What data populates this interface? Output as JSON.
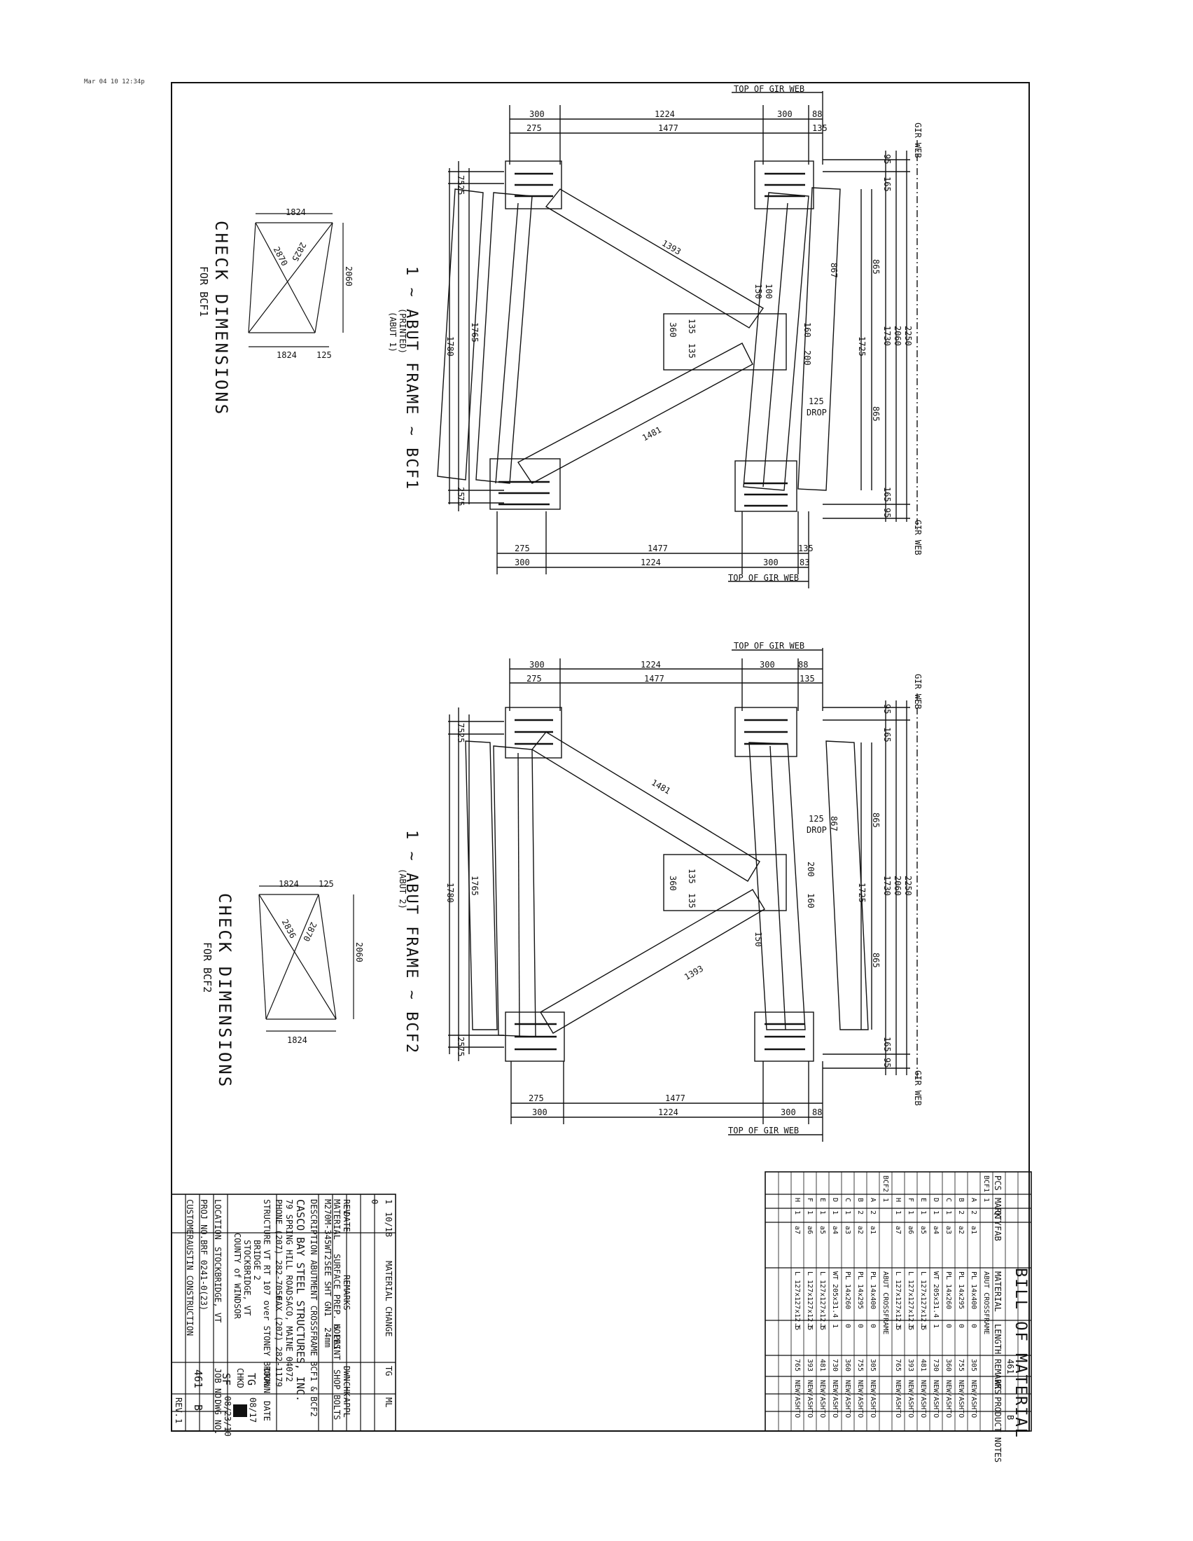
{
  "fax_header": "Mar 04 10 12:34p   ",
  "frames": [
    {
      "title": "1 ~ ABUT FRAME ~ BCF1",
      "subtitle": "(PRINTED)",
      "subtitle2": "(ABUT 1)",
      "check_title": "CHECK DIMENSIONS",
      "check_sub": "FOR BCF1",
      "check": {
        "top": "1824",
        "bottom": "1824",
        "right": "2060",
        "diag1": "2870",
        "diag2": "2825",
        "offset": "125"
      },
      "dims_top": [
        "300",
        "1224",
        "300",
        "88"
      ],
      "dims_top2": [
        "275",
        "1477",
        "135"
      ],
      "dims_bottom": [
        "275",
        "1477",
        "135"
      ],
      "dims_bottom2": [
        "300",
        "1224",
        "300",
        "83"
      ],
      "side": [
        "95",
        "165",
        "865",
        "1730",
        "2060",
        "2250",
        "865",
        "165",
        "95"
      ],
      "left": [
        "75",
        "25",
        "1780",
        "1765",
        "25",
        "75"
      ],
      "members": [
        "1393",
        "1481",
        "867",
        "1725"
      ],
      "gusset": [
        "360",
        "135",
        "135",
        "160",
        "200",
        "150",
        "100",
        "125"
      ],
      "top_label": "TOP OF GIR WEB",
      "bottom_label": "TOP OF GIR WEB",
      "gir": "GIR WEB",
      "drop": "DROP"
    },
    {
      "title": "1 ~ ABUT FRAME ~ BCF2",
      "subtitle": "(ABUT 2)",
      "check_title": "CHECK DIMENSIONS",
      "check_sub": "FOR BCF2",
      "check": {
        "top": "1824",
        "bottom": "1824",
        "right": "2060",
        "diag1": "2836",
        "diag2": "2870",
        "offset": "125"
      },
      "dims_top": [
        "300",
        "1224",
        "300",
        "88"
      ],
      "dims_top2": [
        "275",
        "1477",
        "135"
      ],
      "dims_bottom": [
        "275",
        "1477"
      ],
      "dims_bottom2": [
        "300",
        "1224",
        "300",
        "88"
      ],
      "side": [
        "95",
        "165",
        "865",
        "1730",
        "2060",
        "2250",
        "865",
        "165",
        "95"
      ],
      "left": [
        "75",
        "25",
        "1780",
        "1765",
        "25",
        "75"
      ],
      "members": [
        "1481",
        "1393",
        "867",
        "1725"
      ],
      "gusset": [
        "360",
        "135",
        "135",
        "200",
        "160",
        "150",
        "125"
      ],
      "top_label": "TOP OF GIR WEB",
      "bottom_label": "TOP OF GIR WEB",
      "gir": "GIR WEB",
      "drop": "DROP"
    }
  ],
  "bom": {
    "title": "BILL OF MATERIAL",
    "headers": [
      "PCS",
      "MARK",
      "QTY",
      "FAB",
      "MATERIAL",
      "LENGTH",
      "REMARKS",
      "WT",
      "PRODUCT NOTES"
    ],
    "job": "461",
    "drawing": "B",
    "rows": [
      [
        "BCF1",
        "1",
        "",
        "",
        "ABUT CROSSFRAME",
        "",
        "",
        "",
        ""
      ],
      [
        "",
        "A",
        "2",
        "a1",
        "PL 14x400",
        "0",
        "305",
        "NEW/ASHTO"
      ],
      [
        "",
        "B",
        "2",
        "a2",
        "PL 14x295",
        "0",
        "755",
        "NEW/ASHTO"
      ],
      [
        "",
        "C",
        "1",
        "a3",
        "PL 14x260",
        "0",
        "360",
        "NEW/ASHTO"
      ],
      [
        "",
        "D",
        "1",
        "a4",
        "WT 205x31.4",
        "1",
        "730",
        "NEW/ASHTO"
      ],
      [
        "",
        "E",
        "1",
        "a5",
        "L 127x127x12.5",
        "1",
        "481",
        "NEW/ASHTO"
      ],
      [
        "",
        "F",
        "1",
        "a6",
        "L 127x127x12.5",
        "1",
        "393",
        "NEW/ASHTO"
      ],
      [
        "",
        "H",
        "1",
        "a7",
        "L 127x127x12.5",
        "1",
        "765",
        "NEW/ASHTO"
      ],
      [
        "BCF2",
        "1",
        "",
        "",
        "ABUT CROSSFRAME",
        "",
        "",
        "",
        ""
      ],
      [
        "",
        "A",
        "2",
        "a1",
        "PL 14x400",
        "0",
        "305",
        "NEW/ASHTO"
      ],
      [
        "",
        "B",
        "2",
        "a2",
        "PL 14x295",
        "0",
        "755",
        "NEW/ASHTO"
      ],
      [
        "",
        "C",
        "1",
        "a3",
        "PL 14x260",
        "0",
        "360",
        "NEW/ASHTO"
      ],
      [
        "",
        "D",
        "1",
        "a4",
        "WT 205x31.4",
        "1",
        "730",
        "NEW/ASHTO"
      ],
      [
        "",
        "E",
        "1",
        "a5",
        "L 127x127x12.5",
        "1",
        "481",
        "NEW/ASHTO"
      ],
      [
        "",
        "F",
        "1",
        "a6",
        "L 127x127x12.5",
        "1",
        "393",
        "NEW/ASHTO"
      ],
      [
        "",
        "H",
        "1",
        "a7",
        "L 127x127x12.5",
        "1",
        "765",
        "NEW/ASHTO"
      ]
    ]
  },
  "title_block": {
    "revisions": [
      {
        "rev": "1",
        "date": "10/18",
        "remarks": "MATERIAL CHANGE",
        "by": "TG",
        "chk": "ML"
      },
      {
        "rev": "0",
        "date": "",
        "remarks": "",
        "by": "",
        "chk": ""
      }
    ],
    "rev_header": [
      "REV",
      "DATE",
      "REMARKS",
      "DWN",
      "CHK",
      "APPL"
    ],
    "notes": [
      "MATERIAL",
      "M270M-345WT2",
      "SURFACE PREP. & PAINT",
      "SEE SHT GN1",
      "HOLES",
      "24mm",
      "SHOP BOLTS"
    ],
    "description": "DESCRIPTION ABUTMENT CROSSFRAME BCF1 & BCF2",
    "company": "CASCO BAY STEEL STRUCTURES, INC.",
    "address": "79 SPRING HILL ROAD",
    "city": "SACO, MAINE 04072",
    "phone": "PHONE (207) 282-7050",
    "fax": "FAX (207) 282-1179",
    "structure": "STRUCTURE VT RT 107 over STONEY BROOK",
    "bridge": "BRIDGE 2",
    "town": "STOCKBRIDGE, VT",
    "county": "COUNTY of WINDSOR",
    "location_label": "LOCATION",
    "location": "STOCKBRIDGE, VT",
    "proj_label": "PROJ NO.",
    "proj": "BRF 0241-0(23)",
    "customer_label": "CUSTOMER",
    "customer": "AUSTIN CONSTRUCTION",
    "drawn_label": "DRAWN",
    "drawn": "TG",
    "date_label": "DATE",
    "date": "08/17",
    "checked_label": "CHKD",
    "checked": "SF",
    "chk_date": "08/23/10",
    "job_label": "JOB NO.",
    "dwg_label": "DWG NO.",
    "job": "461",
    "dwg": "B",
    "rev_label": "REV.",
    "rev": "1"
  }
}
